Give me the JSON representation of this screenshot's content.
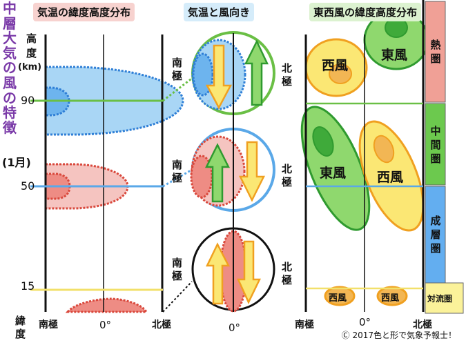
{
  "main_title_chars": [
    "中",
    "層",
    "大",
    "気",
    "の",
    "風",
    "の",
    "特",
    "徴"
  ],
  "month_label": "(1月)",
  "panel1_title": "気温の緯度高度分布",
  "panel2_title": "気温と風向き",
  "panel3_title": "東西風の緯度高度分布",
  "altitude_header": {
    "line1": "高",
    "line2": "度",
    "unit": "(km)"
  },
  "altitudes": [
    "90",
    "50",
    "15"
  ],
  "latitude_header": {
    "line1": "緯",
    "line2": "度"
  },
  "x_axis": {
    "south": "南極",
    "center": "0°",
    "north": "北極"
  },
  "pole_labels": {
    "south": [
      "南",
      "極"
    ],
    "north": [
      "北",
      "極"
    ]
  },
  "wind_labels": {
    "east": "東風",
    "west": "西風"
  },
  "layers": [
    {
      "name": [
        "熱",
        "圏"
      ],
      "color": "#f0a096"
    },
    {
      "name": [
        "中",
        "間",
        "圏"
      ],
      "color": "#6cc94e"
    },
    {
      "name": [
        "成",
        "層",
        "圏"
      ],
      "color": "#63aef0"
    },
    {
      "name": [
        "対流圏"
      ],
      "color": "#fbf29a"
    }
  ],
  "footer": "Ⓒ 2017色と形で気象予報士！",
  "colors": {
    "cold_fill": "#a9d6f5",
    "cold_core": "#6db4ee",
    "cold_edge": "#2f7fd6",
    "warm_fill": "#f5c4c0",
    "warm_core": "#ee8c84",
    "warm_edge": "#d9483c",
    "east_fill": "#8fd86e",
    "east_core": "#3faa3a",
    "east_edge": "#2f9a2f",
    "west_fill": "#fbe774",
    "west_core": "#f2b654",
    "west_edge": "#f0a020",
    "line_90": "#6abf45",
    "line_50": "#5aa8e8",
    "line_15": "#f2e06a"
  }
}
